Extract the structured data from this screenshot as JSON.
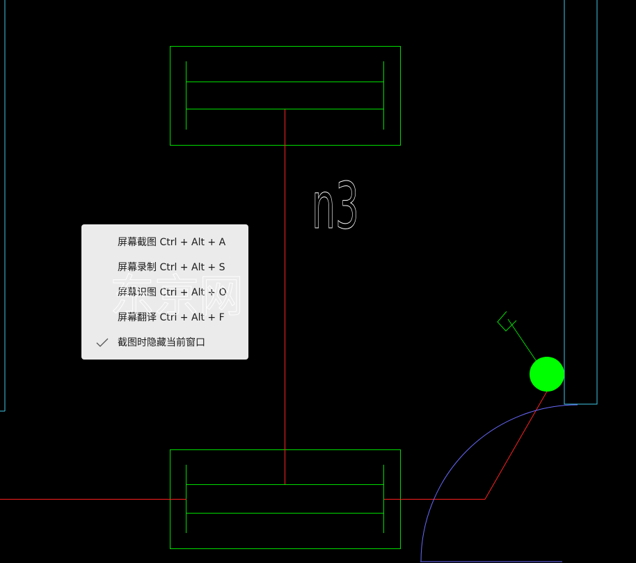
{
  "drawing": {
    "label_text": "n3"
  },
  "context_menu": {
    "items": [
      {
        "label": "屏幕截图 Ctrl + Alt + A",
        "checked": false
      },
      {
        "label": "屏幕录制 Ctrl + Alt + S",
        "checked": false
      },
      {
        "label": "屏幕识图 Ctrl + Alt + O",
        "checked": false
      },
      {
        "label": "屏幕翻译 Ctrl + Alt + F",
        "checked": false
      },
      {
        "label": "截图时隐藏当前窗口",
        "checked": true
      }
    ],
    "watermark_text": "东京网"
  },
  "colors": {
    "background": "#000000",
    "green": "#00dd00",
    "bright_green": "#00ff00",
    "red": "#ff2020",
    "cyan": "#40c8e8",
    "blue": "#6a6aff",
    "white": "#ffffff",
    "menu_bg": "#ebebeb"
  }
}
